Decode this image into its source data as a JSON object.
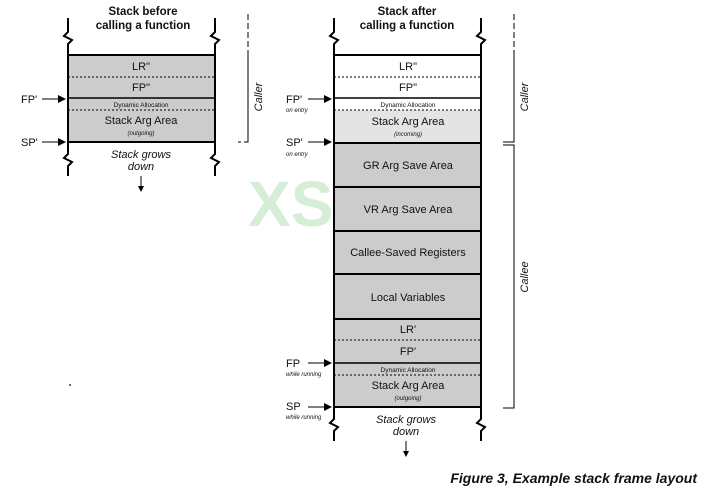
{
  "left_stack": {
    "header_line1": "Stack before",
    "header_line2": "calling a function",
    "lr": "LR\"",
    "fp": "FP\"",
    "dynamic_allocation": "Dynamic Allocation",
    "stack_arg_area": "Stack Arg Area",
    "stack_arg_note": "(outgoing)",
    "fp_pointer": "FP'",
    "sp_pointer": "SP'",
    "grows_line1": "Stack grows",
    "grows_line2": "down",
    "caller_label": "Caller"
  },
  "right_stack": {
    "header_line1": "Stack after",
    "header_line2": "calling a function",
    "lr_caller": "LR\"",
    "fp_caller": "FP\"",
    "dynamic_allocation_caller": "Dynamic Allocation",
    "stack_arg_incoming": "Stack Arg Area",
    "stack_arg_incoming_note": "(incoming)",
    "gr_save": "GR Arg Save Area",
    "vr_save": "VR Arg Save Area",
    "callee_saved": "Callee-Saved Registers",
    "local_vars": "Local Variables",
    "lr_callee": "LR'",
    "fp_callee": "FP'",
    "dynamic_allocation_callee": "Dynamic Allocation",
    "stack_arg_outgoing": "Stack Arg Area",
    "stack_arg_outgoing_note": "(outgoing)",
    "fp_prime": "FP'",
    "fp_prime_note": "on entry",
    "sp_prime": "SP'",
    "sp_prime_note": "on entry",
    "fp": "FP",
    "fp_note": "while running",
    "sp": "SP",
    "sp_note": "while running",
    "grows_line1": "Stack grows",
    "grows_line2": "down",
    "caller_label": "Caller",
    "callee_label": "Callee"
  },
  "caption": "Figure 3, Example stack frame layout",
  "watermark": "XSS.is",
  "colors": {
    "cell_gray": "#cccccc",
    "cell_light": "#e4e4e4",
    "cell_white": "#ffffff",
    "border": "#000000",
    "watermark": "#c9e7c9"
  }
}
